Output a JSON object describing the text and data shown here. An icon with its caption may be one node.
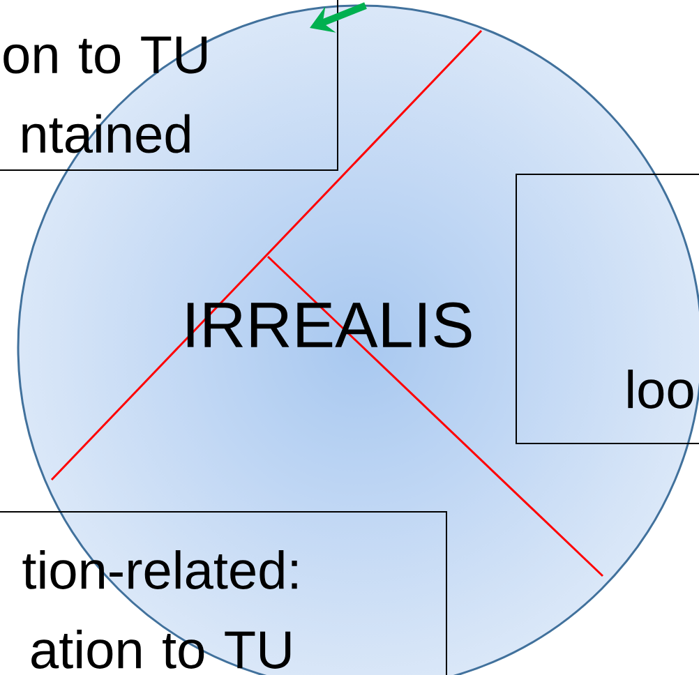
{
  "diagram": {
    "nodes": [
      {
        "text": [
          "IRREALIS"
        ]
      },
      {
        "text": [
          "on to TU ntained"
        ]
      },
      {
        "text": [
          "loo"
        ]
      },
      {
        "text": [
          "tion-related: ation to TU"
        ]
      }
    ],
    "edges": [
      {
        "from": 0,
        "to": 1,
        "arrow": "to",
        "color": "#00b050"
      }
    ]
  }
}
